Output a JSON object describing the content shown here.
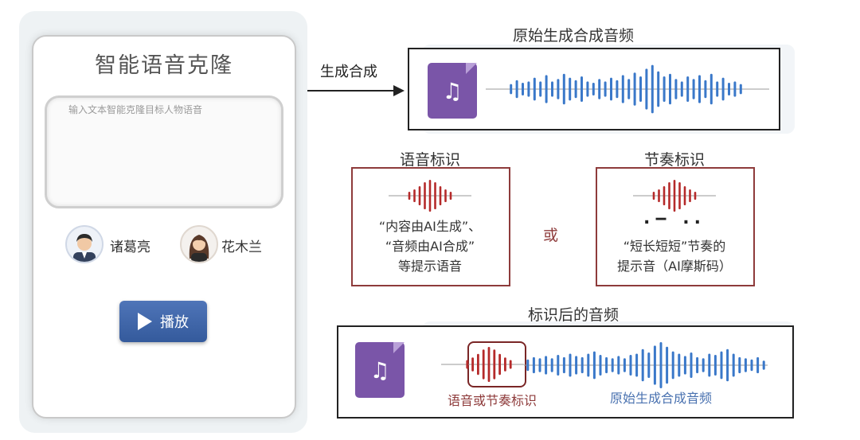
{
  "left_panel": {
    "title": "智能语音克隆",
    "text_placeholder": "输入文本智能克隆目标人物语音",
    "voices": [
      {
        "name": "诸葛亮",
        "icon": "man-avatar-icon"
      },
      {
        "name": "花木兰",
        "icon": "woman-avatar-icon"
      }
    ],
    "play_button": {
      "label": "播放",
      "icon": "play-icon"
    }
  },
  "arrow_label": "生成合成",
  "original_audio": {
    "title": "原始生成合成音频",
    "icon": "music-file-icon",
    "wave_color": "#3a78c9"
  },
  "voice_marker": {
    "title": "语音标识",
    "lines": [
      "“内容由AI生成”、",
      "“音频由AI合成”",
      "等提示语音"
    ],
    "wave_color": "#b52a2a"
  },
  "or_label": "或",
  "rhythm_marker": {
    "title": "节奏标识",
    "morse": ".‒ ..",
    "lines": [
      "“短长短短”节奏的",
      "提示音（AI摩斯码）"
    ],
    "wave_color": "#b52a2a"
  },
  "marked_audio": {
    "title": "标识后的音频",
    "icon": "music-file-icon",
    "marker_caption": "语音或节奏标识",
    "original_caption": "原始生成合成音频"
  },
  "colors": {
    "accent_blue": "#3a78c9",
    "accent_red": "#b52a2a",
    "button_blue": "#3f66a8",
    "file_purple": "#7a55a8"
  }
}
